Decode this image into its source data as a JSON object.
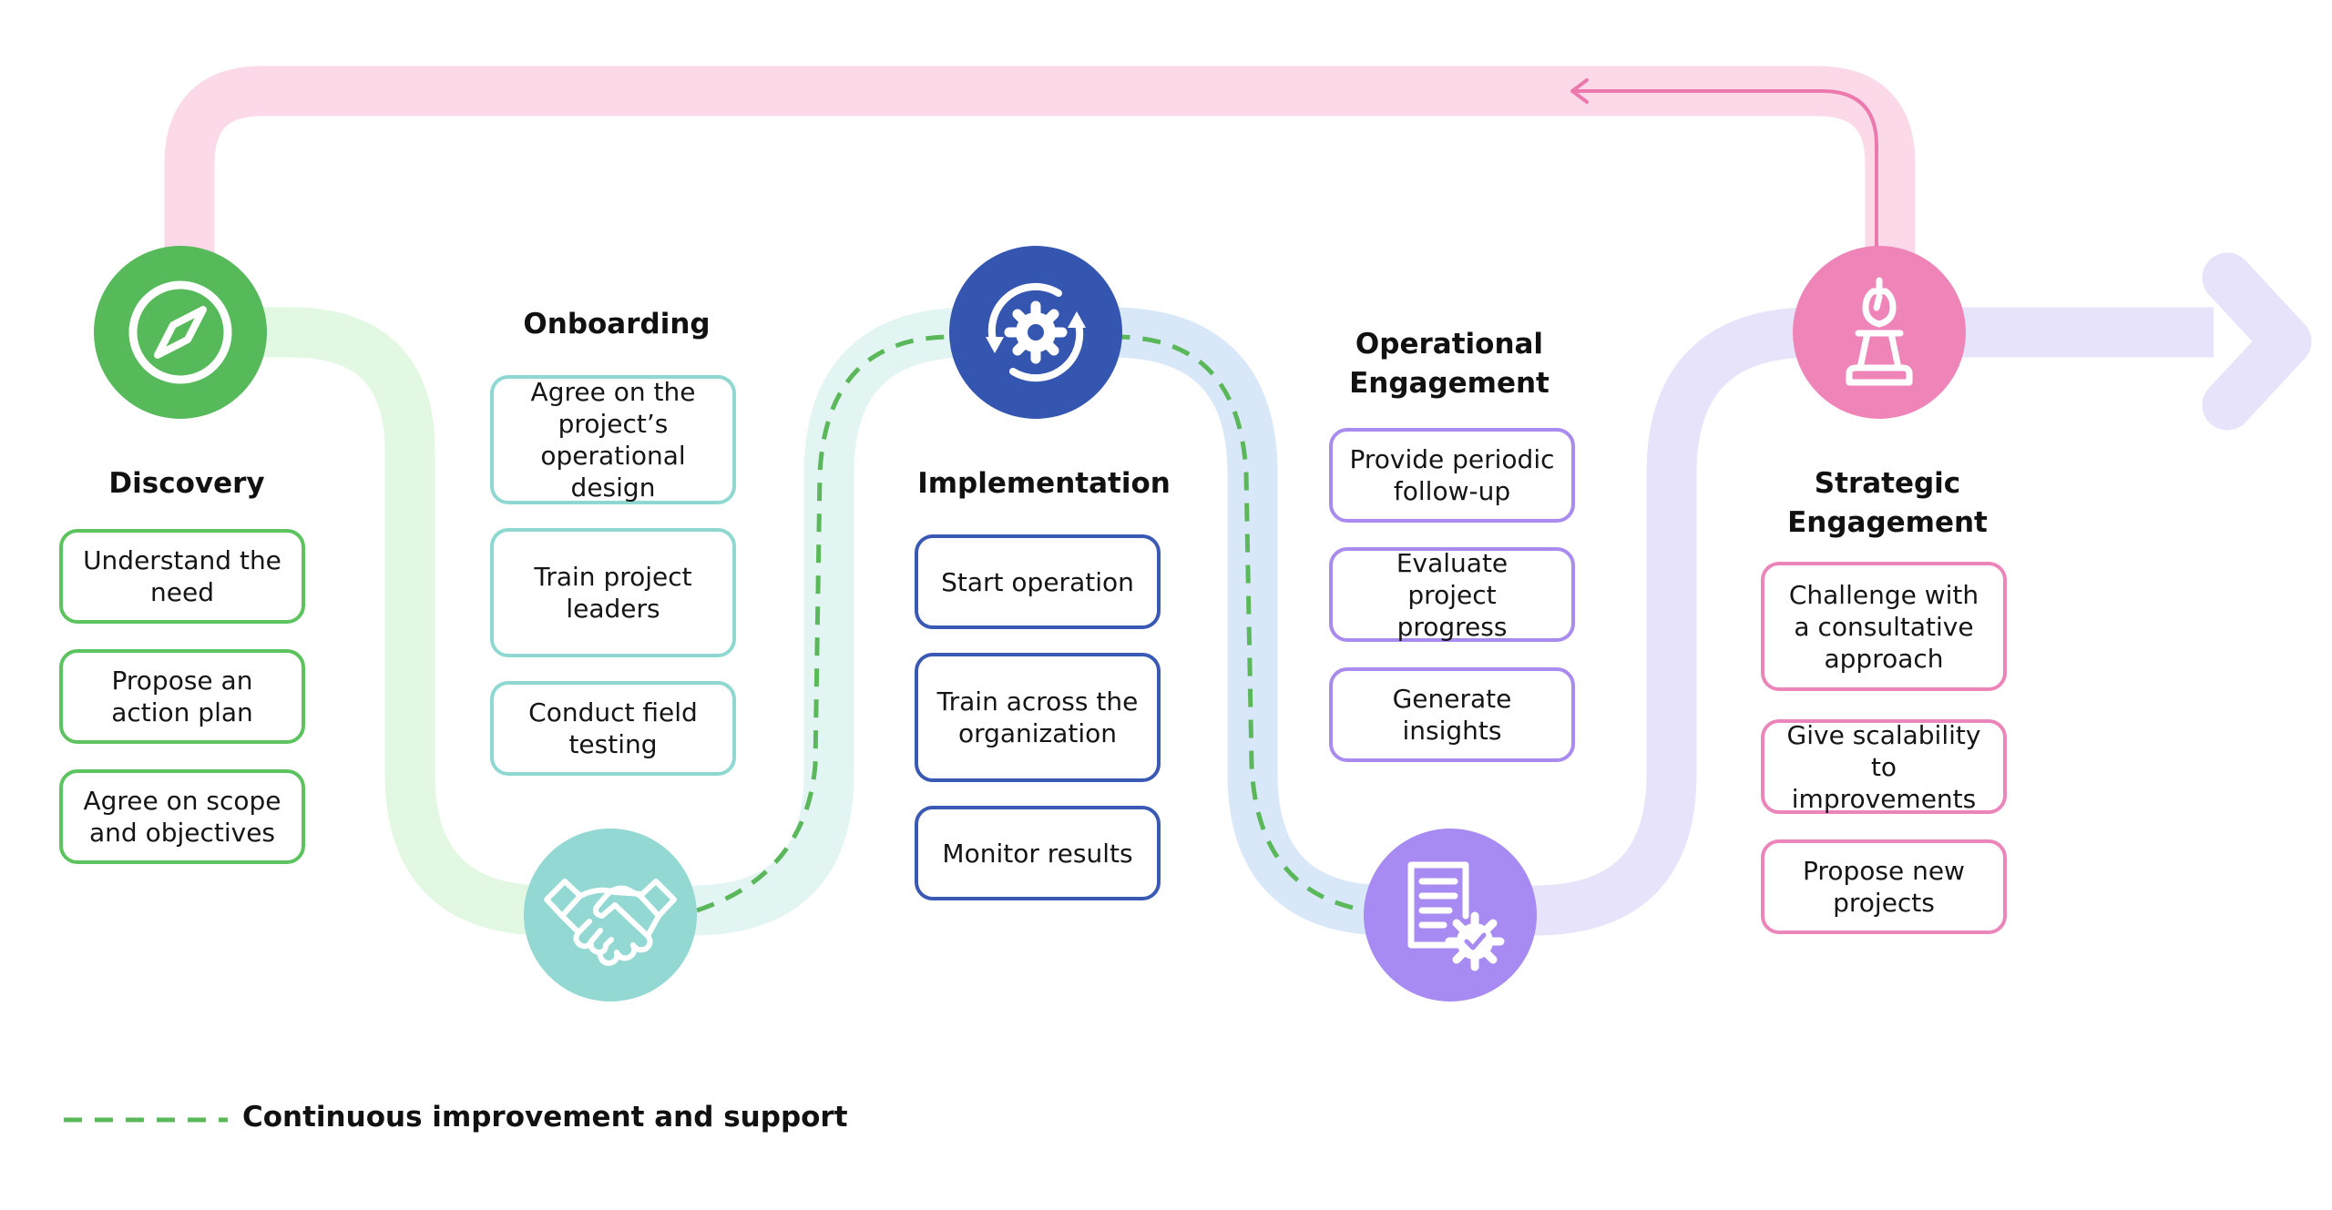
{
  "stages": {
    "discovery": {
      "title": "Discovery",
      "icon": "compass-icon",
      "color": "#56b95a",
      "steps": [
        "Understand the need",
        "Propose an action plan",
        "Agree on scope and objectives"
      ]
    },
    "onboarding": {
      "title": "Onboarding",
      "icon": "handshake-icon",
      "color": "#93d8d2",
      "steps": [
        "Agree on the project’s operational design",
        "Train project leaders",
        "Conduct field testing"
      ]
    },
    "implementation": {
      "title": "Implementation",
      "icon": "gear-cycle-icon",
      "color": "#3456b1",
      "steps": [
        "Start operation",
        "Train across the organization",
        "Monitor results"
      ]
    },
    "operational": {
      "title_lines": [
        "Operational",
        "Engagement"
      ],
      "icon": "document-check-icon",
      "color": "#a78bf2",
      "steps": [
        "Provide periodic follow-up",
        "Evaluate project progress",
        "Generate insights"
      ]
    },
    "strategic": {
      "title_lines": [
        "Strategic",
        "Engagement"
      ],
      "icon": "chess-pawn-icon",
      "color": "#ef84b8",
      "steps": [
        "Challenge with a consultative approach",
        "Give scalability to improvements",
        "Propose new projects"
      ]
    }
  },
  "legend": {
    "label": "Continuous improvement and support",
    "color": "#5ab85a"
  }
}
